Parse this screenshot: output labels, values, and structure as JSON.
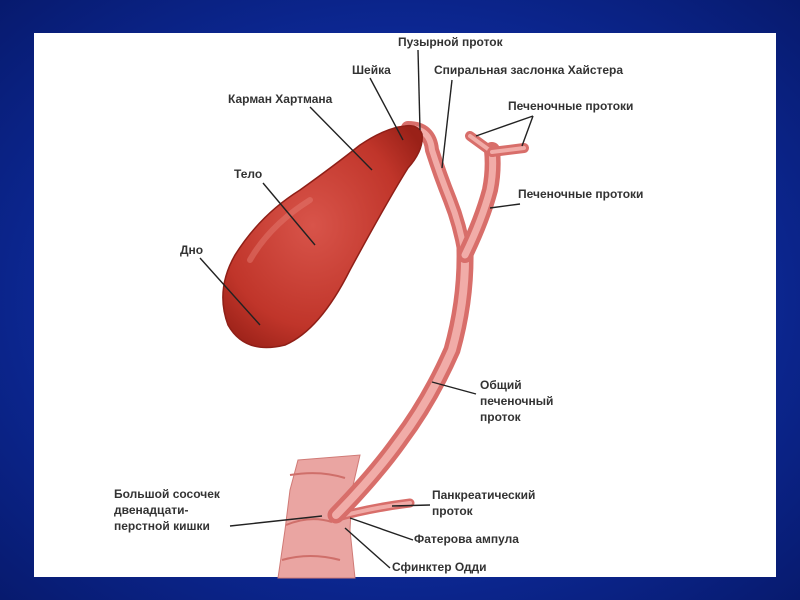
{
  "labels": {
    "cystic_duct": "Пузырной проток",
    "neck": "Шейка",
    "heister_valve": "Спиральная заслонка Хайстера",
    "hartmann_pouch": "Карман Хартмана",
    "hepatic_ducts_top": "Печеночные протоки",
    "body": "Тело",
    "hepatic_ducts_side": "Печеночные протоки",
    "fundus": "Дно",
    "common_hepatic_duct": [
      "Общий",
      "печеночный",
      "проток"
    ],
    "major_papilla": [
      "Большой сосочек",
      "двенадцати-",
      "перстной кишки"
    ],
    "pancreatic_duct": [
      "Панкреатический",
      "проток"
    ],
    "vater_ampulla": "Фатерова ампула",
    "oddi_sphincter": "Сфинктер Одди"
  },
  "colors": {
    "background": "#0d2a9a",
    "gallbladder": "#c4382b",
    "duct": "#e58a86",
    "duodenum": "#e9a3a0",
    "label_text": "#333333"
  }
}
